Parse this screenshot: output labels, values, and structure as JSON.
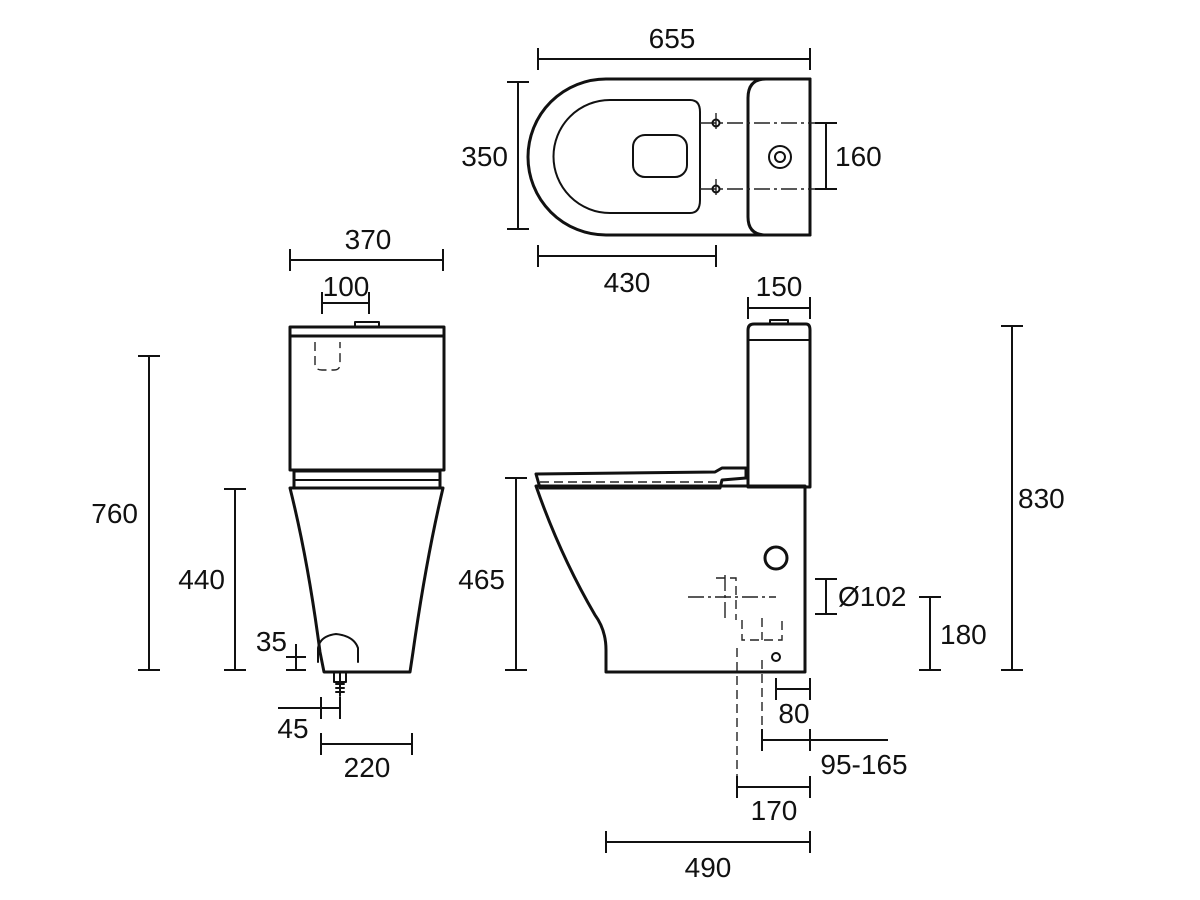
{
  "dimensions": {
    "top_total_length": "655",
    "top_width": "350",
    "top_fixing_spacing": "160",
    "top_bowl_length": "430",
    "front_width": "370",
    "front_button": "100",
    "front_height": "760",
    "front_seat_height": "440",
    "front_inlet_height": "35",
    "front_inlet_offset": "45",
    "front_base_width": "220",
    "side_cistern_depth": "150",
    "side_seat_height": "465",
    "side_total_height": "830",
    "side_outlet_diameter": "Ø102",
    "side_outlet_height": "180",
    "side_inlet_offset": "80",
    "side_outlet_setout": "95-165",
    "side_outlet_zone": "170",
    "side_total_depth": "490"
  }
}
